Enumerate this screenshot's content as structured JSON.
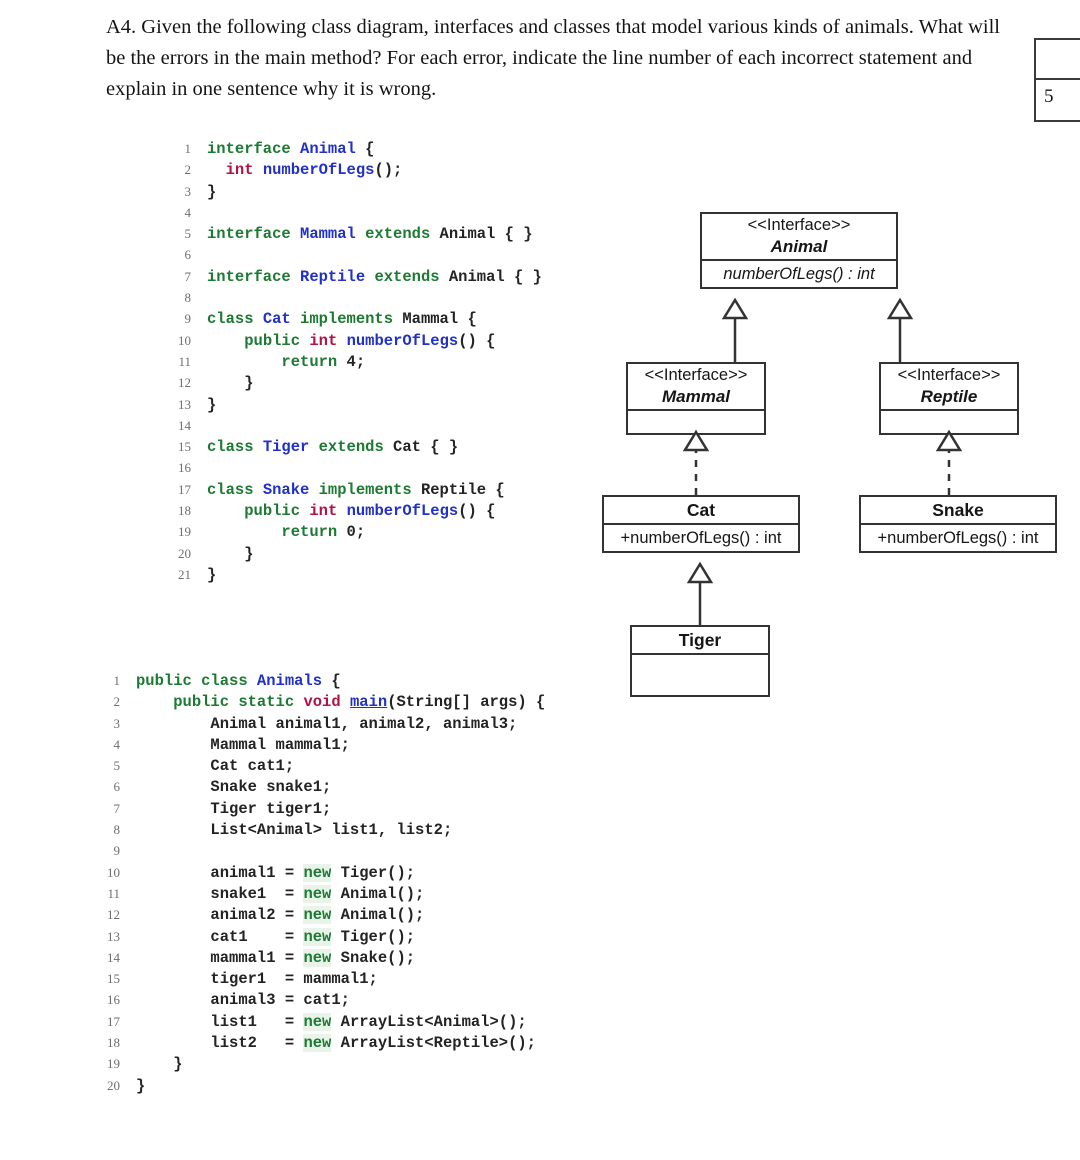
{
  "question": {
    "text": "A4. Given the following class diagram, interfaces and classes that model various kinds of animals. What will be the errors in the main method? For each error, indicate the line number of each incorrect statement and explain in one sentence why it is wrong."
  },
  "marks_box": {
    "top_value": "",
    "marks_value": "5"
  },
  "code_model": {
    "lines": [
      {
        "n": "1",
        "tokens": [
          {
            "t": "interface ",
            "c": "k"
          },
          {
            "t": "Animal",
            "c": "ty"
          },
          {
            "t": " {",
            "c": "p"
          }
        ]
      },
      {
        "n": "2",
        "tokens": [
          {
            "t": "  ",
            "c": "p"
          },
          {
            "t": "int ",
            "c": "t"
          },
          {
            "t": "numberOfLegs",
            "c": "fn"
          },
          {
            "t": "();",
            "c": "p"
          }
        ]
      },
      {
        "n": "3",
        "tokens": [
          {
            "t": "}",
            "c": "p"
          }
        ]
      },
      {
        "n": "4",
        "tokens": []
      },
      {
        "n": "5",
        "tokens": [
          {
            "t": "interface ",
            "c": "k"
          },
          {
            "t": "Mammal",
            "c": "ty"
          },
          {
            "t": " extends ",
            "c": "k"
          },
          {
            "t": "Animal { }",
            "c": "p"
          }
        ]
      },
      {
        "n": "6",
        "tokens": []
      },
      {
        "n": "7",
        "tokens": [
          {
            "t": "interface ",
            "c": "k"
          },
          {
            "t": "Reptile",
            "c": "ty"
          },
          {
            "t": " extends ",
            "c": "k"
          },
          {
            "t": "Animal { }",
            "c": "p"
          }
        ]
      },
      {
        "n": "8",
        "tokens": []
      },
      {
        "n": "9",
        "tokens": [
          {
            "t": "class ",
            "c": "k"
          },
          {
            "t": "Cat",
            "c": "ty"
          },
          {
            "t": " implements ",
            "c": "k"
          },
          {
            "t": "Mammal {",
            "c": "p"
          }
        ]
      },
      {
        "n": "10",
        "tokens": [
          {
            "t": "    ",
            "c": "p"
          },
          {
            "t": "public ",
            "c": "k"
          },
          {
            "t": "int ",
            "c": "t"
          },
          {
            "t": "numberOfLegs",
            "c": "fn"
          },
          {
            "t": "() {",
            "c": "p"
          }
        ]
      },
      {
        "n": "11",
        "tokens": [
          {
            "t": "        ",
            "c": "p"
          },
          {
            "t": "return ",
            "c": "k"
          },
          {
            "t": "4;",
            "c": "num"
          }
        ]
      },
      {
        "n": "12",
        "tokens": [
          {
            "t": "    }",
            "c": "p"
          }
        ]
      },
      {
        "n": "13",
        "tokens": [
          {
            "t": "}",
            "c": "p"
          }
        ]
      },
      {
        "n": "14",
        "tokens": []
      },
      {
        "n": "15",
        "tokens": [
          {
            "t": "class ",
            "c": "k"
          },
          {
            "t": "Tiger",
            "c": "ty"
          },
          {
            "t": " extends ",
            "c": "k"
          },
          {
            "t": "Cat { }",
            "c": "p"
          }
        ]
      },
      {
        "n": "16",
        "tokens": []
      },
      {
        "n": "17",
        "tokens": [
          {
            "t": "class ",
            "c": "k"
          },
          {
            "t": "Snake",
            "c": "ty"
          },
          {
            "t": " implements ",
            "c": "k"
          },
          {
            "t": "Reptile {",
            "c": "p"
          }
        ]
      },
      {
        "n": "18",
        "tokens": [
          {
            "t": "    ",
            "c": "p"
          },
          {
            "t": "public ",
            "c": "k"
          },
          {
            "t": "int ",
            "c": "t"
          },
          {
            "t": "numberOfLegs",
            "c": "fn"
          },
          {
            "t": "() {",
            "c": "p"
          }
        ]
      },
      {
        "n": "19",
        "tokens": [
          {
            "t": "        ",
            "c": "p"
          },
          {
            "t": "return ",
            "c": "k"
          },
          {
            "t": "0;",
            "c": "num"
          }
        ]
      },
      {
        "n": "20",
        "tokens": [
          {
            "t": "    }",
            "c": "p"
          }
        ]
      },
      {
        "n": "21",
        "tokens": [
          {
            "t": "}",
            "c": "p"
          }
        ]
      }
    ]
  },
  "code_main": {
    "lines": [
      {
        "n": "1",
        "tokens": [
          {
            "t": "public class ",
            "c": "k"
          },
          {
            "t": "Animals",
            "c": "ty"
          },
          {
            "t": " {",
            "c": "p"
          }
        ]
      },
      {
        "n": "2",
        "tokens": [
          {
            "t": "    ",
            "c": "p"
          },
          {
            "t": "public static ",
            "c": "k"
          },
          {
            "t": "void ",
            "c": "t"
          },
          {
            "t": "main",
            "c": "fnu"
          },
          {
            "t": "(String[] args) {",
            "c": "p"
          }
        ]
      },
      {
        "n": "3",
        "tokens": [
          {
            "t": "        Animal animal1, animal2, animal3;",
            "c": "p"
          }
        ]
      },
      {
        "n": "4",
        "tokens": [
          {
            "t": "        Mammal mammal1;",
            "c": "p"
          }
        ]
      },
      {
        "n": "5",
        "tokens": [
          {
            "t": "        Cat cat1;",
            "c": "p"
          }
        ]
      },
      {
        "n": "6",
        "tokens": [
          {
            "t": "        Snake snake1;",
            "c": "p"
          }
        ]
      },
      {
        "n": "7",
        "tokens": [
          {
            "t": "        Tiger tiger1;",
            "c": "p"
          }
        ]
      },
      {
        "n": "8",
        "tokens": [
          {
            "t": "        List<Animal> list1, list2;",
            "c": "p"
          }
        ]
      },
      {
        "n": "9",
        "tokens": []
      },
      {
        "n": "10",
        "tokens": [
          {
            "t": "        animal1 = ",
            "c": "p"
          },
          {
            "t": "new",
            "c": "kn"
          },
          {
            "t": " Tiger();",
            "c": "p"
          }
        ]
      },
      {
        "n": "11",
        "tokens": [
          {
            "t": "        snake1  = ",
            "c": "p"
          },
          {
            "t": "new",
            "c": "kn"
          },
          {
            "t": " Animal();",
            "c": "p"
          }
        ]
      },
      {
        "n": "12",
        "tokens": [
          {
            "t": "        animal2 = ",
            "c": "p"
          },
          {
            "t": "new",
            "c": "kn"
          },
          {
            "t": " Animal();",
            "c": "p"
          }
        ]
      },
      {
        "n": "13",
        "tokens": [
          {
            "t": "        cat1    = ",
            "c": "p"
          },
          {
            "t": "new",
            "c": "kn"
          },
          {
            "t": " Tiger();",
            "c": "p"
          }
        ]
      },
      {
        "n": "14",
        "tokens": [
          {
            "t": "        mammal1 = ",
            "c": "p"
          },
          {
            "t": "new",
            "c": "kn"
          },
          {
            "t": " Snake();",
            "c": "p"
          }
        ]
      },
      {
        "n": "15",
        "tokens": [
          {
            "t": "        tiger1  = mammal1;",
            "c": "p"
          }
        ]
      },
      {
        "n": "16",
        "tokens": [
          {
            "t": "        animal3 = cat1;",
            "c": "p"
          }
        ]
      },
      {
        "n": "17",
        "tokens": [
          {
            "t": "        list1   = ",
            "c": "p"
          },
          {
            "t": "new",
            "c": "kn"
          },
          {
            "t": " ArrayList<Animal>();",
            "c": "p"
          }
        ]
      },
      {
        "n": "18",
        "tokens": [
          {
            "t": "        list2   = ",
            "c": "p"
          },
          {
            "t": "new",
            "c": "kn"
          },
          {
            "t": " ArrayList<Reptile>();",
            "c": "p"
          }
        ]
      },
      {
        "n": "19",
        "tokens": [
          {
            "t": "    }",
            "c": "p"
          }
        ]
      },
      {
        "n": "20",
        "tokens": [
          {
            "t": "}",
            "c": "p"
          }
        ]
      }
    ]
  },
  "uml": {
    "stereotype_label": "<<Interface>>",
    "boxes": {
      "animal": {
        "stereotype": "<<Interface>>",
        "name": "Animal",
        "member": "numberOfLegs() : int"
      },
      "mammal": {
        "stereotype": "<<Interface>>",
        "name": "Mammal",
        "member": ""
      },
      "reptile": {
        "stereotype": "<<Interface>>",
        "name": "Reptile",
        "member": ""
      },
      "cat": {
        "name": "Cat",
        "member": "+numberOfLegs() : int"
      },
      "snake": {
        "name": "Snake",
        "member": "+numberOfLegs() : int"
      },
      "tiger": {
        "name": "Tiger",
        "member": ""
      }
    },
    "relations": [
      {
        "from": "Mammal",
        "to": "Animal",
        "kind": "generalization"
      },
      {
        "from": "Reptile",
        "to": "Animal",
        "kind": "generalization"
      },
      {
        "from": "Cat",
        "to": "Mammal",
        "kind": "realization"
      },
      {
        "from": "Snake",
        "to": "Reptile",
        "kind": "realization"
      },
      {
        "from": "Tiger",
        "to": "Cat",
        "kind": "generalization"
      }
    ]
  }
}
